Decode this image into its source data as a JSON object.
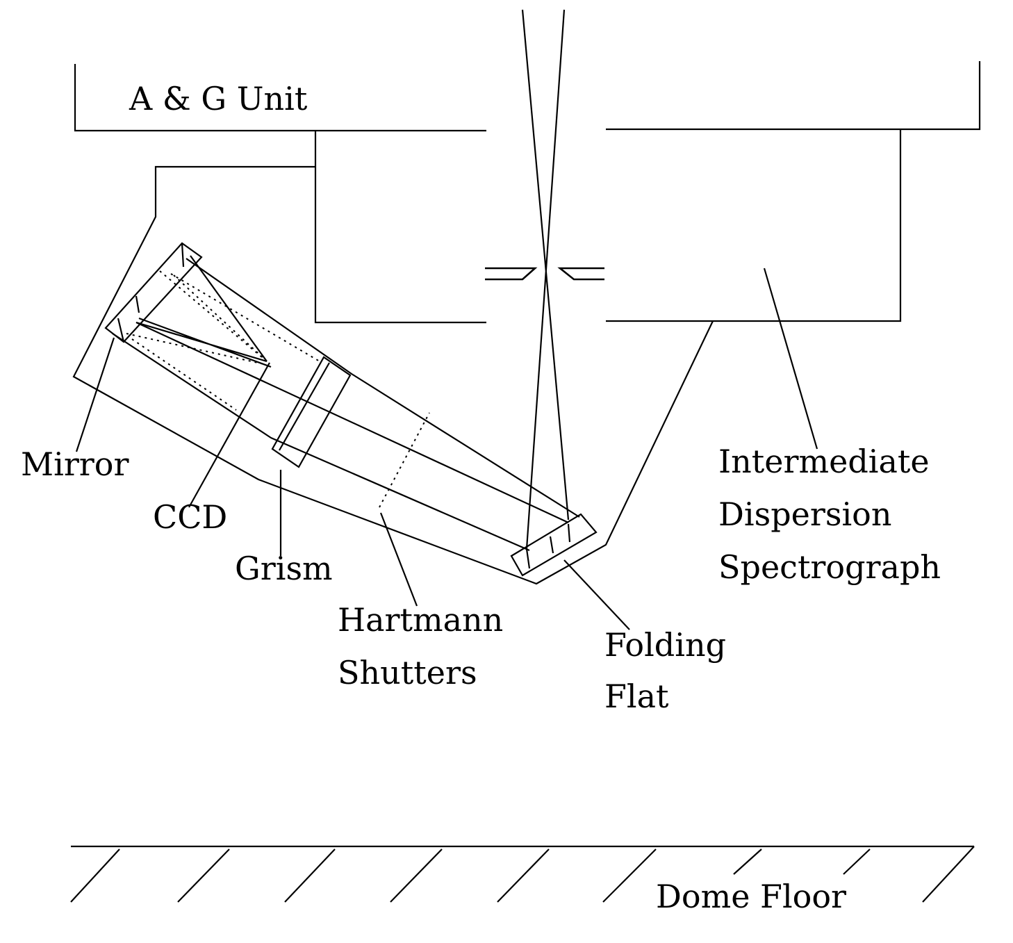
{
  "labels": {
    "ag_unit": "A & G Unit",
    "mirror": "Mirror",
    "ccd": "CCD",
    "grism": "Grism",
    "hartmann_1": "Hartmann",
    "hartmann_2": "Shutters",
    "folding_1": "Folding",
    "folding_2": "Flat",
    "ids_1": "Intermediate",
    "ids_2": "Dispersion",
    "ids_3": "Spectrograph",
    "dome_floor": "Dome Floor"
  }
}
